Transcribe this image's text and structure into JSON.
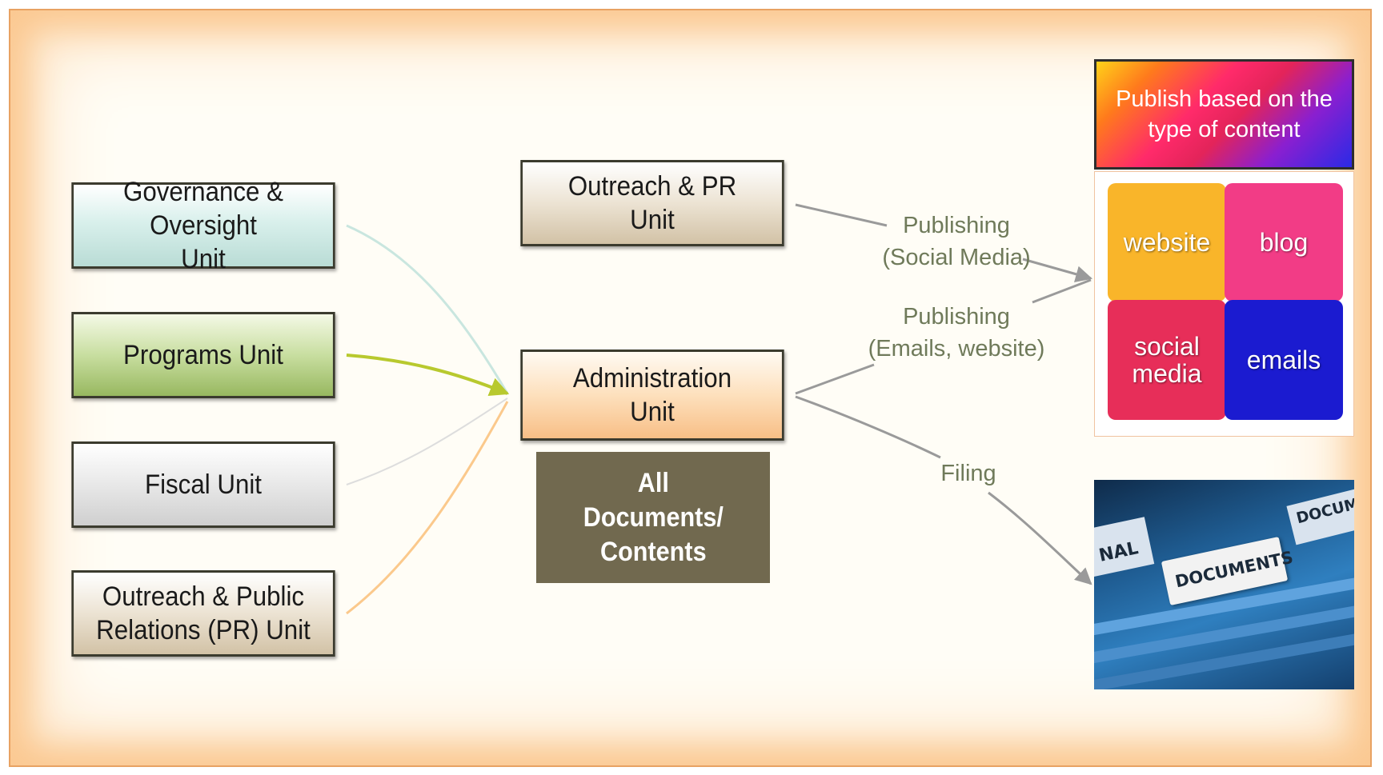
{
  "units": {
    "governance": "Governance & Oversight\nUnit",
    "programs": "Programs Unit",
    "fiscal": "Fiscal Unit",
    "outreach_public": "Outreach & Public\nRelations (PR) Unit",
    "outreach_pr": "Outreach & PR\nUnit",
    "administration": "Administration\nUnit"
  },
  "documents_box": "All\nDocuments/\nContents",
  "edge_labels": {
    "social": "Publishing\n(Social Media)",
    "email": "Publishing\n(Emails, website)",
    "filing": "Filing"
  },
  "publish_header": "Publish based on the\ntype of content",
  "puzzle": {
    "website": "website",
    "blog": "blog",
    "social_media": "social\nmedia",
    "emails": "emails"
  },
  "folder_tabs": {
    "documents": "DOCUMENTS",
    "partial_left": "NAL",
    "partial_right": "DOCUM"
  },
  "colors": {
    "frame_border": "#e8a262",
    "governance_fill": "#d9f0ec",
    "programs_fill": "#c8dea0",
    "fiscal_fill": "#e8e8e8",
    "outreach_fill": "#ece3d3",
    "admin_fill": "#fde0bd",
    "documents_fill": "#71694f",
    "edge_label_text": "#6f7a5a",
    "puzzle_website": "#f9b52a",
    "puzzle_blog": "#f23c86",
    "puzzle_social": "#e72e59",
    "puzzle_emails": "#1b1bd0"
  }
}
